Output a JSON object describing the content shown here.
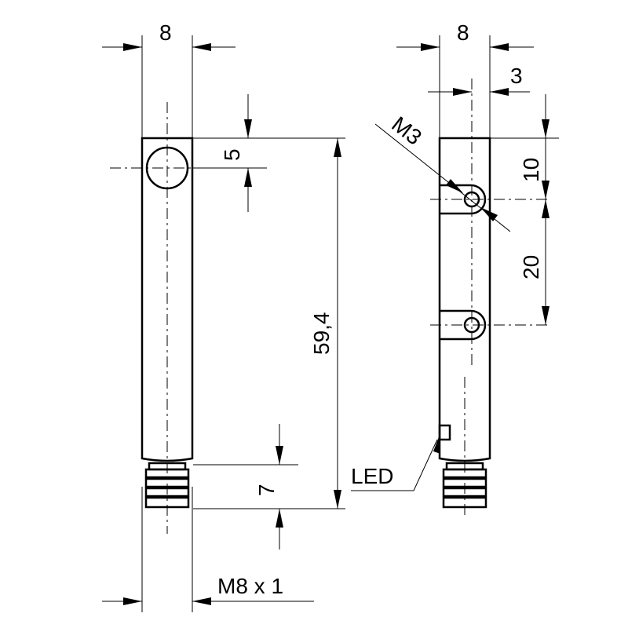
{
  "dimensions": {
    "front_width": "8",
    "top_hole_offset": "5",
    "total_length": "59,4",
    "thread_length": "7",
    "thread_spec": "M8 x 1",
    "side_width": "8",
    "hole_offset": "3",
    "hole_spacing_1": "10",
    "hole_spacing_2": "20",
    "screw_size": "M3",
    "led_label": "LED"
  }
}
